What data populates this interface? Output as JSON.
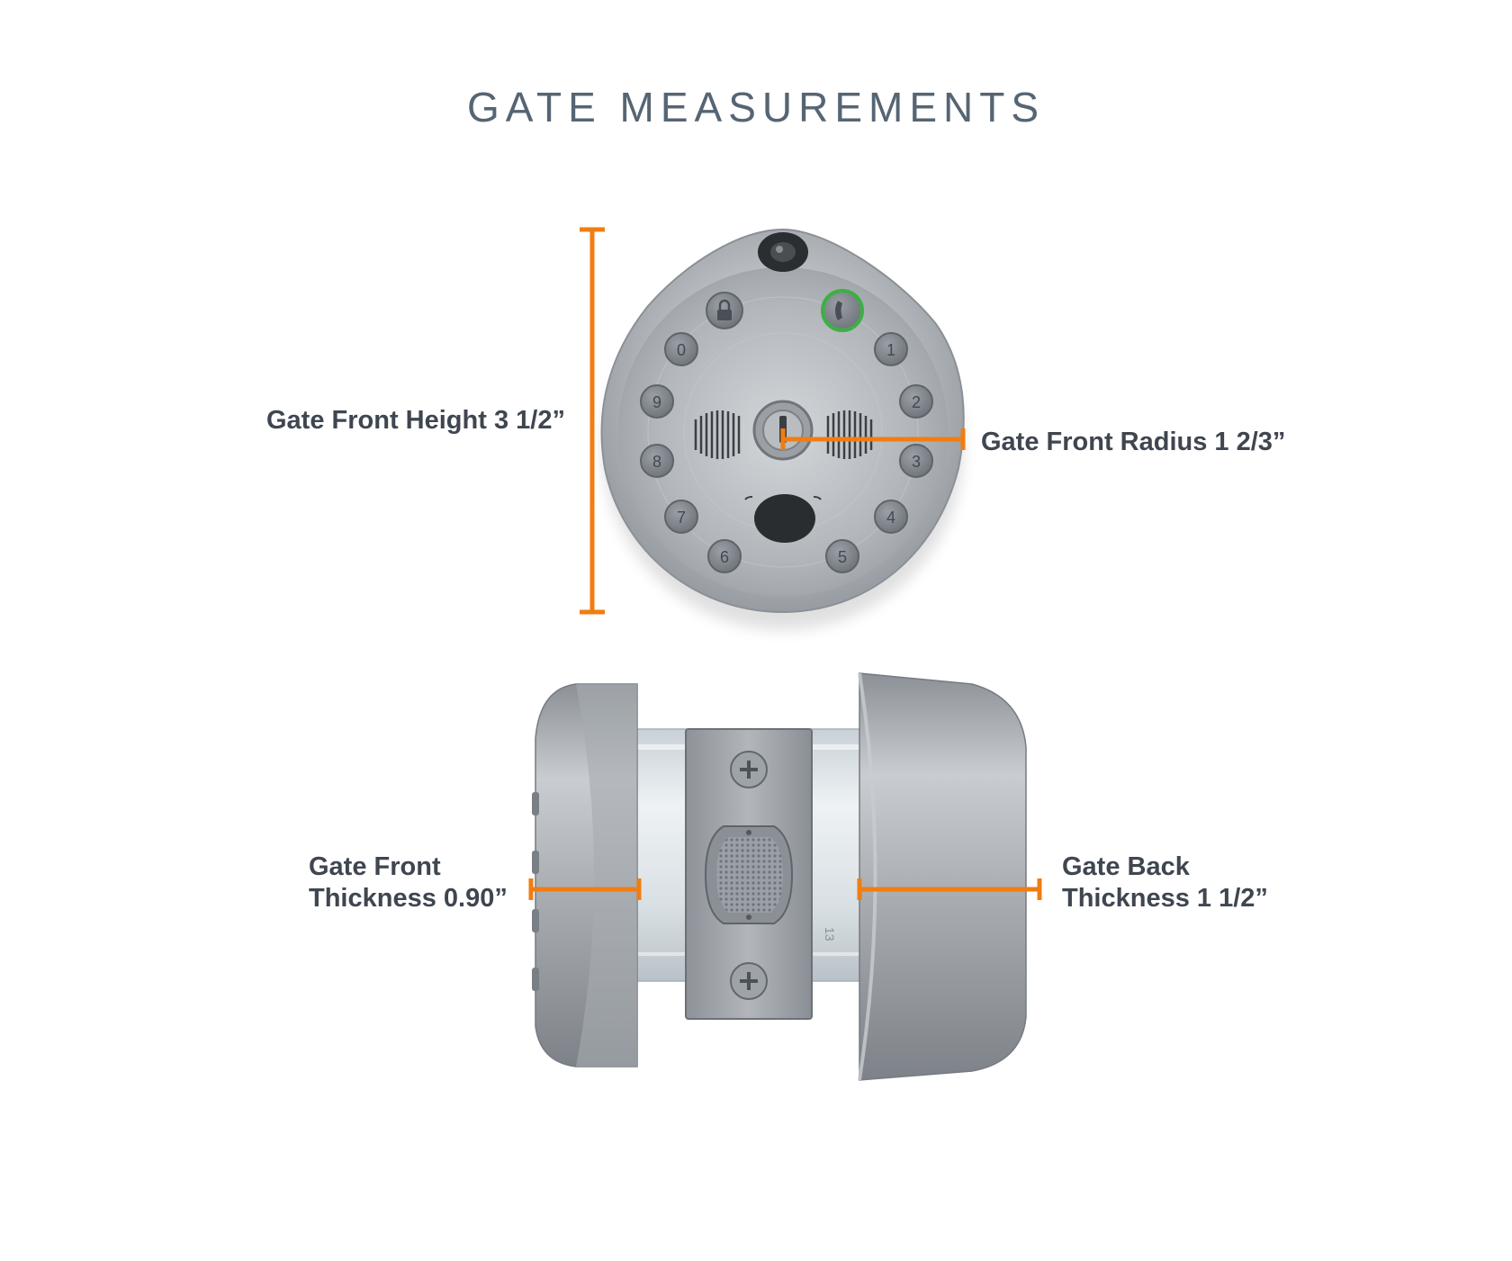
{
  "title": "GATE MEASUREMENTS",
  "labels": {
    "front_height": "Gate Front Height 3 1/2”",
    "front_radius": "Gate Front Radius 1 2/3”",
    "front_thickness_line1": "Gate Front",
    "front_thickness_line2": "Thickness 0.90”",
    "back_thickness_line1": "Gate Back",
    "back_thickness_line2": "Thickness 1 1/2”"
  },
  "keypad": {
    "digits": [
      "0",
      "1",
      "9",
      "2",
      "8",
      "3",
      "7",
      "4",
      "6",
      "5"
    ]
  },
  "strike_plate_mark": "13",
  "colors": {
    "accent": "#f07d12",
    "metal": "#b9bdc2",
    "text": "#3f4650",
    "title": "#566573",
    "call_ring": "#3cb043"
  },
  "icons": [
    "lock-icon",
    "phone-icon",
    "camera-icon",
    "keyhole-icon",
    "screw-icon"
  ]
}
